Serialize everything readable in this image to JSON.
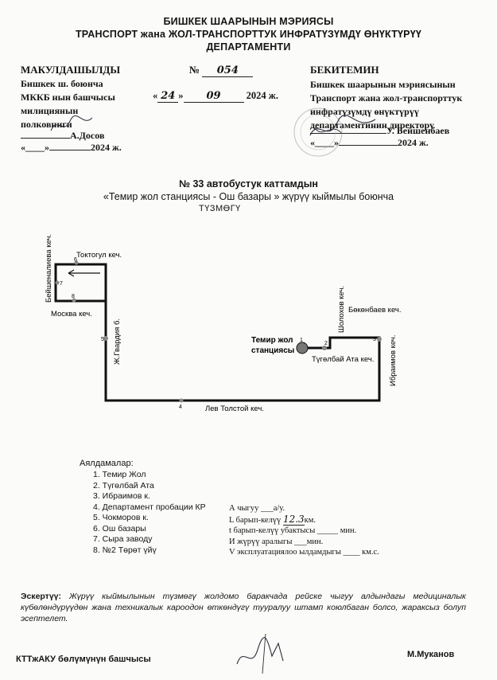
{
  "header": {
    "line1": "БИШКЕК ШААРЫНЫН МЭРИЯСЫ",
    "line2": "ТРАНСПОРТ жана ЖОЛ-ТРАНСПОРТТУК ИНФРАТҮЗҮМДҮ ӨНҮКТҮРҮҮ",
    "line3": "ДЕПАРТАМЕНТИ"
  },
  "approved": {
    "title": "МАКУЛДАШЫЛДЫ",
    "l1": "Бишкек ш. боюнча",
    "l2": "МККБ нын башчысы",
    "l3": "милициянын",
    "l4": "полковниги",
    "name": "А.Досов",
    "date_quote": "«____»",
    "date_year": "2024 ж."
  },
  "number": {
    "sign": "№",
    "value": "054",
    "day": "24",
    "month": "09",
    "year": "2024 ж."
  },
  "confirmed": {
    "title": "БЕКИТЕМИН",
    "l1": "Бишкек шаарынын  мэриясынын",
    "l2": "Транспорт жана жол-транспорттук",
    "l3": "инфратүзүмдү өнүктүрүү",
    "l4": "департаментинин директору",
    "name": "У. Бейшенбаев",
    "date_quote": "«____»",
    "date_year": "2024 ж."
  },
  "title": {
    "line1": "№ 33 автобустук  каттамдын",
    "line2": "«Темир жол станциясы - Ош базары » жүрүү кыймылы боюнча",
    "line3": "ТҮЗМӨГҮ"
  },
  "map": {
    "streets": {
      "beishenalieva": "Бейшеналиева кеч.",
      "toktogul": "Токтогул кеч.",
      "moskva": "Москва кеч.",
      "zh_gvardia": "Ж.Гвардия б.",
      "lev_tolstoy": "Лев Толстой кеч.",
      "temir_jol_1": "Темир жол",
      "temir_jol_2": "станциясы",
      "tugolbai": "Түгөлбай Ата кеч.",
      "sholokhov": "Шолохов кеч.",
      "bokonbaev": "Бөкөнбаев кеч.",
      "ibraimov": "Ибраимов кеч."
    },
    "stop_numbers": [
      "1",
      "2",
      "3",
      "4",
      "5",
      "6",
      "7",
      "8"
    ]
  },
  "stops": {
    "title": "Аялдамалар:",
    "items": [
      "1. Темир Жол",
      "2. Түгөлбай Ата",
      "3. Ибраимов к.",
      "4. Департамент пробации КР",
      "5. Чокморов к.",
      "6. Ош базары",
      "7. Сыра заводу",
      "8. №2 Төрөт үйү"
    ]
  },
  "params": {
    "p1": "А чыгуу ___а/у.",
    "p2_pre": "L барып-келүү",
    "p2_val": "12.3",
    "p2_post": "км.",
    "p3": "t барып-келүү убактысы _____ мин.",
    "p4": "И жүрүү аралыгы ___мин.",
    "p5": "V эксплуатациялоо ылдамдыгы ____ км.с."
  },
  "note": {
    "label": "Эскертүү:",
    "text": " Жүрүү кыймылынын түзмөгү жолдомо баракчада рейске чыгуу алдындагы медициналык күбөлөндүрүүдөн жана техникалык кароодон өткөндүгү тууралуу штамп коюлбаган болсо, жараксыз болуп эсептелет."
  },
  "footer": {
    "left": "КТТжАКУ  бөлүмүнүн башчысы",
    "right": "М.Муканов"
  },
  "colors": {
    "ink": "#141414",
    "paper": "#fbfbf9",
    "handwriting": "#2a2a3a"
  }
}
